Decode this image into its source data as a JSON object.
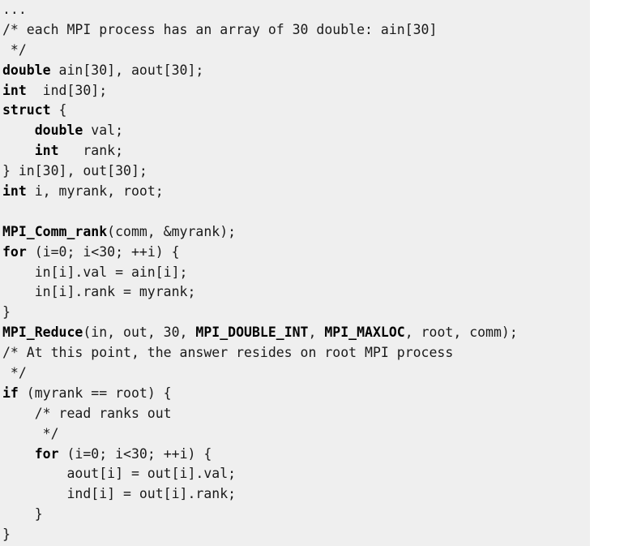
{
  "code": {
    "lines": [
      [
        {
          "t": "..."
        }
      ],
      [
        {
          "t": "/* each MPI process has an array of 30 double: ain[30]"
        }
      ],
      [
        {
          "t": " */"
        }
      ],
      [
        {
          "t": "double",
          "k": true
        },
        {
          "t": " ain[30], aout[30];"
        }
      ],
      [
        {
          "t": "int",
          "k": true
        },
        {
          "t": "  ind[30];"
        }
      ],
      [
        {
          "t": "struct",
          "k": true
        },
        {
          "t": " {"
        }
      ],
      [
        {
          "t": "    "
        },
        {
          "t": "double",
          "k": true
        },
        {
          "t": " val;"
        }
      ],
      [
        {
          "t": "    "
        },
        {
          "t": "int",
          "k": true
        },
        {
          "t": "   rank;"
        }
      ],
      [
        {
          "t": "} in[30], out[30];"
        }
      ],
      [
        {
          "t": "int",
          "k": true
        },
        {
          "t": " i, myrank, root;"
        }
      ],
      [
        {
          "t": ""
        }
      ],
      [
        {
          "t": "MPI_Comm_rank",
          "k": true
        },
        {
          "t": "(comm, &myrank);"
        }
      ],
      [
        {
          "t": "for",
          "k": true
        },
        {
          "t": " (i=0; i<30; ++i) {"
        }
      ],
      [
        {
          "t": "    in[i].val = ain[i];"
        }
      ],
      [
        {
          "t": "    in[i].rank = myrank;"
        }
      ],
      [
        {
          "t": "}"
        }
      ],
      [
        {
          "t": "MPI_Reduce",
          "k": true
        },
        {
          "t": "(in, out, 30, "
        },
        {
          "t": "MPI_DOUBLE_INT",
          "k": true
        },
        {
          "t": ", "
        },
        {
          "t": "MPI_MAXLOC",
          "k": true
        },
        {
          "t": ", root, comm);"
        }
      ],
      [
        {
          "t": "/* At this point, the answer resides on root MPI process"
        }
      ],
      [
        {
          "t": " */"
        }
      ],
      [
        {
          "t": "if",
          "k": true
        },
        {
          "t": " (myrank == root) {"
        }
      ],
      [
        {
          "t": "    /* read ranks out"
        }
      ],
      [
        {
          "t": "     */"
        }
      ],
      [
        {
          "t": "    "
        },
        {
          "t": "for",
          "k": true
        },
        {
          "t": " (i=0; i<30; ++i) {"
        }
      ],
      [
        {
          "t": "        aout[i] = out[i].val;"
        }
      ],
      [
        {
          "t": "        ind[i] = out[i].rank;"
        }
      ],
      [
        {
          "t": "    }"
        }
      ],
      [
        {
          "t": "}"
        }
      ]
    ]
  }
}
